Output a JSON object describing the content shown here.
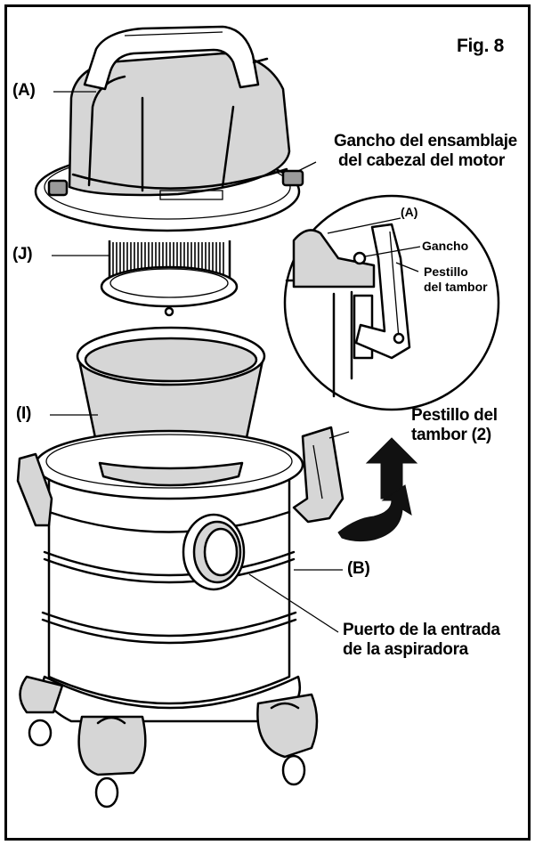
{
  "figure": {
    "title": "Fig. 8"
  },
  "labels": {
    "A": "(A)",
    "J": "(J)",
    "I": "(I)",
    "B": "(B)",
    "hook_line1": "Gancho del ensamblaje",
    "hook_line2": "del cabezal del motor",
    "latch_line1": "Pestillo del",
    "latch_line2": "tambor (2)",
    "port_line1": "Puerto de la entrada",
    "port_line2": "de la aspiradora"
  },
  "inset": {
    "A": "(A)",
    "hook": "Gancho",
    "latch_line1": "Pestillo",
    "latch_line2": "del tambor"
  },
  "colors": {
    "ink": "#000000",
    "paper": "#ffffff",
    "shade": "#d6d6d6",
    "mid": "#9a9a9a"
  },
  "icons": [
    "curved-up-arrow-icon",
    "straight-up-arrow-icon"
  ]
}
